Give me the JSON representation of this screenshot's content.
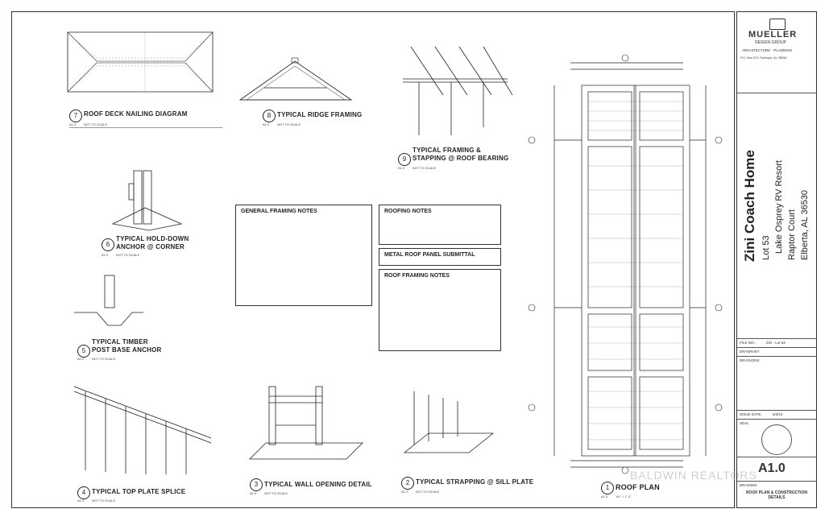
{
  "details": {
    "roof_deck": {
      "title": "ROOF DECK NAILING DIAGRAM",
      "num": "7",
      "sheet": "A1.0",
      "scale": "NOT TO SCALE"
    },
    "ridge": {
      "title": "TYPICAL RIDGE FRAMING",
      "num": "8",
      "sheet": "A1.0",
      "scale": "NOT TO SCALE"
    },
    "strapping_roof": {
      "title1": "TYPICAL FRAMING &",
      "title2": "STAPPING @ ROOF BEARING",
      "num": "9",
      "sheet": "A1.0",
      "scale": "NOT TO SCALE"
    },
    "hold_down": {
      "title1": "TYPICAL HOLD-DOWN",
      "title2": "ANCHOR @ CORNER",
      "num": "6",
      "sheet": "A1.0",
      "scale": "NOT TO SCALE"
    },
    "timber": {
      "title1": "TYPICAL TIMBER",
      "title2": "POST BASE ANCHOR",
      "num": "5",
      "sheet": "A1.0",
      "scale": "NOT TO SCALE"
    },
    "top_plate": {
      "title": "TYPICAL TOP PLATE SPLICE",
      "num": "4",
      "sheet": "A1.0",
      "scale": "NOT TO SCALE"
    },
    "wall_opening": {
      "title": "TYPICAL WALL OPENING DETAIL",
      "num": "3",
      "sheet": "A1.0",
      "scale": "NOT TO SCALE"
    },
    "sill_plate": {
      "title": "TYPICAL STRAPPING @ SILL PLATE",
      "num": "2",
      "sheet": "A1.0",
      "scale": "NOT TO SCALE"
    },
    "roof_plan": {
      "title": "ROOF PLAN",
      "num": "1",
      "sheet": "A1.0",
      "scale": "1/4\" = 1'-0\""
    }
  },
  "notes": {
    "general": "GENERAL FRAMING NOTES",
    "roofing": "ROOFING NOTES",
    "metal": "METAL ROOF PANEL SUBMITTAL",
    "roof_framing": "ROOF FRAMING NOTES"
  },
  "title_block": {
    "firm": "MUELLER",
    "firm_sub": "DESIGN GROUP",
    "services": "ARCHITECTURE · PLANNING",
    "address": "P.O. Box 973, Fairhope, AL 36533",
    "project": "Zini Coach Home",
    "lot": "Lot 53",
    "resort": "Lake Osprey RV Resort",
    "street": "Raptor Court",
    "city": "Elberta, AL 36530",
    "file_no_label": "FILE NO.:",
    "file_no": "Zini - Lot 53",
    "drawn_label": "DRAWN BY:",
    "revisions_label": "REVISIONS:",
    "issue_label": "ISSUE DATE:",
    "issue_date": "6/3/15",
    "seal_label": "SEAL",
    "sheet_no": "A1.0",
    "drawing_label": "DRAWING",
    "drawing_title": "ROOF PLAN & CONSTRUCTION DETAILS"
  },
  "watermark": "BALDWIN REALTORS",
  "colors": {
    "line": "#222222",
    "faint": "#888888",
    "watermark": "#cfcfcf"
  }
}
